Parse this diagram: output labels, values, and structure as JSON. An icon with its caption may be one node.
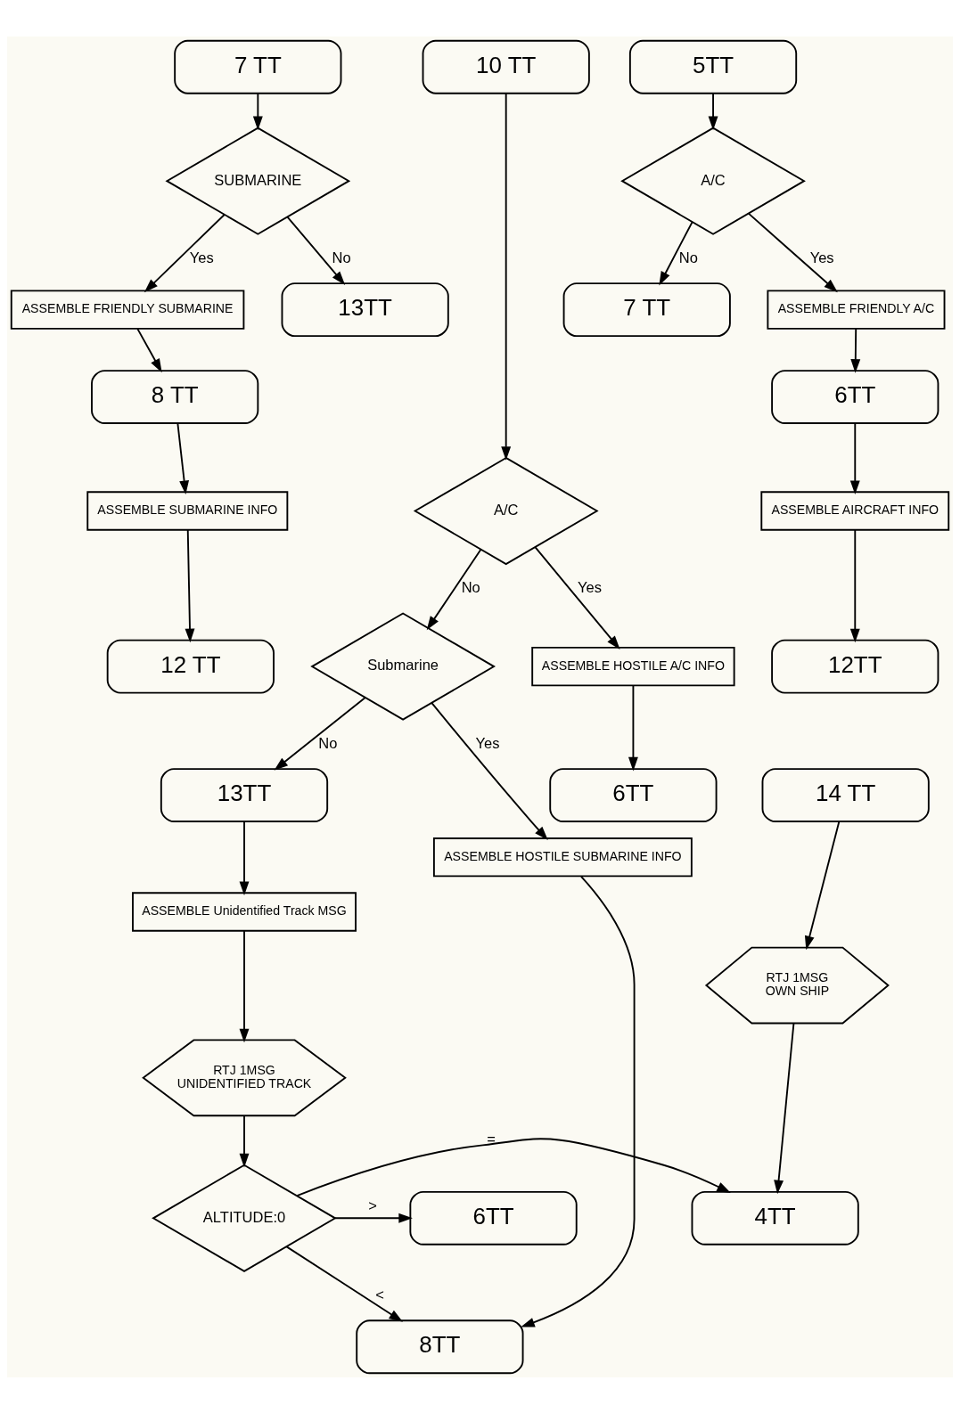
{
  "diagram": {
    "nodes": [
      {
        "text": [
          "5TT"
        ]
      },
      {
        "text": [
          "A/C"
        ]
      },
      {
        "text": [
          "7 TT"
        ]
      },
      {
        "text": [
          "ASSEMBLE FRIENDLY A/C"
        ]
      },
      {
        "text": [
          "6TT"
        ]
      },
      {
        "text": [
          "ASSEMBLE AIRCRAFT INFO"
        ]
      },
      {
        "text": [
          "12TT"
        ]
      },
      {
        "text": [
          "14 TT"
        ]
      },
      {
        "text": [
          "RTJ 1MSG",
          "OWN SHIP"
        ]
      },
      {
        "text": [
          "4TT"
        ]
      },
      {
        "text": [
          "7 TT"
        ]
      },
      {
        "text": [
          "SUBMARINE"
        ]
      },
      {
        "text": [
          "13TT"
        ]
      },
      {
        "text": [
          "ASSEMBLE FRIENDLY SUBMARINE"
        ]
      },
      {
        "text": [
          "8 TT"
        ]
      },
      {
        "text": [
          "ASSEMBLE SUBMARINE INFO"
        ]
      },
      {
        "text": [
          "12 TT"
        ]
      },
      {
        "text": [
          "13TT"
        ]
      },
      {
        "text": [
          "ASSEMBLE Unidentified Track MSG"
        ]
      },
      {
        "text": [
          "RTJ 1MSG",
          "UNIDENTIFIED TRACK"
        ]
      },
      {
        "text": [
          "ALTITUDE:0"
        ]
      },
      {
        "text": [
          "10 TT"
        ]
      },
      {
        "text": [
          "A/C"
        ]
      },
      {
        "text": [
          "ASSEMBLE HOSTILE A/C INFO"
        ]
      },
      {
        "text": [
          "6TT"
        ]
      },
      {
        "text": [
          "Submarine"
        ]
      },
      {
        "text": [
          "ASSEMBLE HOSTILE SUBMARINE INFO"
        ]
      },
      {
        "text": [
          "8TT"
        ]
      },
      {
        "text": [
          "6TT"
        ]
      }
    ],
    "edges": [
      {
        "from": 0,
        "to": 1,
        "arrow": "to"
      },
      {
        "from": 1,
        "to": 2,
        "arrow": "to",
        "label": "No"
      },
      {
        "from": 1,
        "to": 3,
        "arrow": "to",
        "label": "Yes"
      },
      {
        "from": 3,
        "to": 4,
        "arrow": "to"
      },
      {
        "from": 4,
        "to": 5,
        "arrow": "to"
      },
      {
        "from": 5,
        "to": 6,
        "arrow": "to"
      },
      {
        "from": 7,
        "to": 8,
        "arrow": "to"
      },
      {
        "from": 8,
        "to": 9,
        "arrow": "to"
      },
      {
        "from": 10,
        "to": 11,
        "arrow": "to"
      },
      {
        "from": 11,
        "to": 12,
        "arrow": "to",
        "label": "No"
      },
      {
        "from": 11,
        "to": 13,
        "arrow": "to",
        "label": "Yes"
      },
      {
        "from": 13,
        "to": 14,
        "arrow": "to"
      },
      {
        "from": 14,
        "to": 15,
        "arrow": "to"
      },
      {
        "from": 15,
        "to": 16,
        "arrow": "to"
      },
      {
        "from": 17,
        "to": 18,
        "arrow": "to"
      },
      {
        "from": 18,
        "to": 19,
        "arrow": "to"
      },
      {
        "from": 19,
        "to": 20,
        "arrow": "to"
      },
      {
        "from": 20,
        "to": 9,
        "arrow": "to",
        "label": "="
      },
      {
        "from": 20,
        "to": 27,
        "arrow": "to",
        "label": "<"
      },
      {
        "from": 20,
        "to": 28,
        "arrow": "to",
        "label": ">"
      },
      {
        "from": 21,
        "to": 22,
        "arrow": "to"
      },
      {
        "from": 22,
        "to": 25,
        "arrow": "to",
        "label": "No"
      },
      {
        "from": 22,
        "to": 23,
        "arrow": "to",
        "label": "Yes"
      },
      {
        "from": 23,
        "to": 24,
        "arrow": "to"
      },
      {
        "from": 25,
        "to": 17,
        "arrow": "to",
        "label": "No"
      },
      {
        "from": 25,
        "to": 26,
        "arrow": "to",
        "label": "Yes"
      },
      {
        "from": 26,
        "to": 27,
        "arrow": "to"
      }
    ]
  }
}
